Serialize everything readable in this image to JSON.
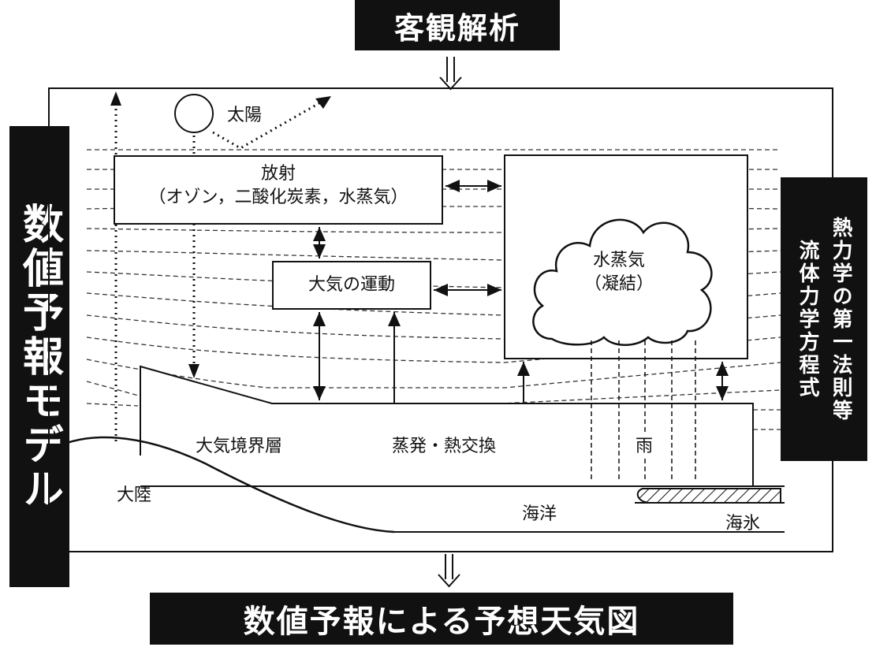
{
  "header": {
    "title": "客観解析"
  },
  "footer": {
    "title": "数値予報による予想天気図"
  },
  "left_banner": {
    "title": "数値予報モデル"
  },
  "right_banner": {
    "line1": "熱力学の第一法則等",
    "line2": "流体力学方程式"
  },
  "diagram": {
    "sun_label": "太陽",
    "radiation_box": {
      "line1": "放射",
      "line2": "（オゾン，二酸化炭素，水蒸気）"
    },
    "motion_box": {
      "label": "大気の運動"
    },
    "cloud": {
      "line1": "水蒸気",
      "line2": "（凝結）"
    },
    "boundary_layer": "大気境界層",
    "evaporation": "蒸発・熱交換",
    "rain": "雨",
    "continent": "大陸",
    "ocean": "海洋",
    "sea_ice": "海氷"
  }
}
